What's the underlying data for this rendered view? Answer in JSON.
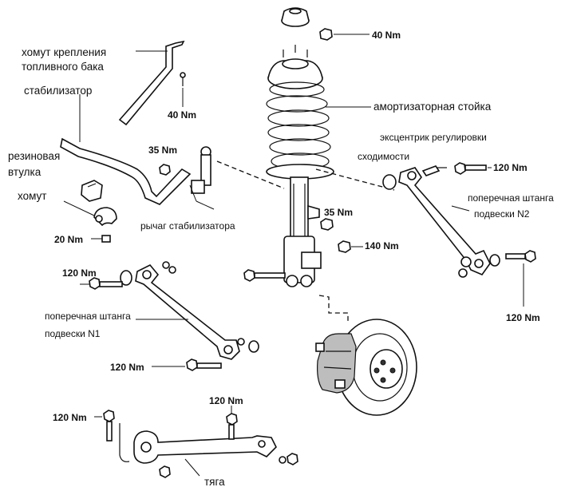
{
  "labels": {
    "tank_clamp_l1": "хомут крепления",
    "tank_clamp_l2": "топливного бака",
    "stabilizer": "стабилизатор",
    "bushing_l1": "резиновая",
    "bushing_l2": "втулка",
    "clamp": "хомут",
    "stab_link": "рычаг стабилизатора",
    "strut": "амортизаторная стойка",
    "eccentric_l1": "эксцентрик регулировки",
    "eccentric_l2": "сходимости",
    "arm2_l1": "поперечная штанга",
    "arm2_l2": "подвески N2",
    "arm1_l1": "поперечная штанга",
    "arm1_l2": "подвески N1",
    "rod": "тяга"
  },
  "torques": {
    "top_nut": "40 Nm",
    "tank_clamp": "40 Nm",
    "link_top": "35 Nm",
    "clamp_bolt": "20 Nm",
    "strut_nut": "35 Nm",
    "strut_lower": "140 Nm",
    "eccentric": "120 Nm",
    "arm2_bolt": "120 Nm",
    "arm1_inner": "120 Nm",
    "arm1_outer": "120 Nm",
    "rod_left": "120 Nm",
    "rod_top": "120 Nm"
  }
}
